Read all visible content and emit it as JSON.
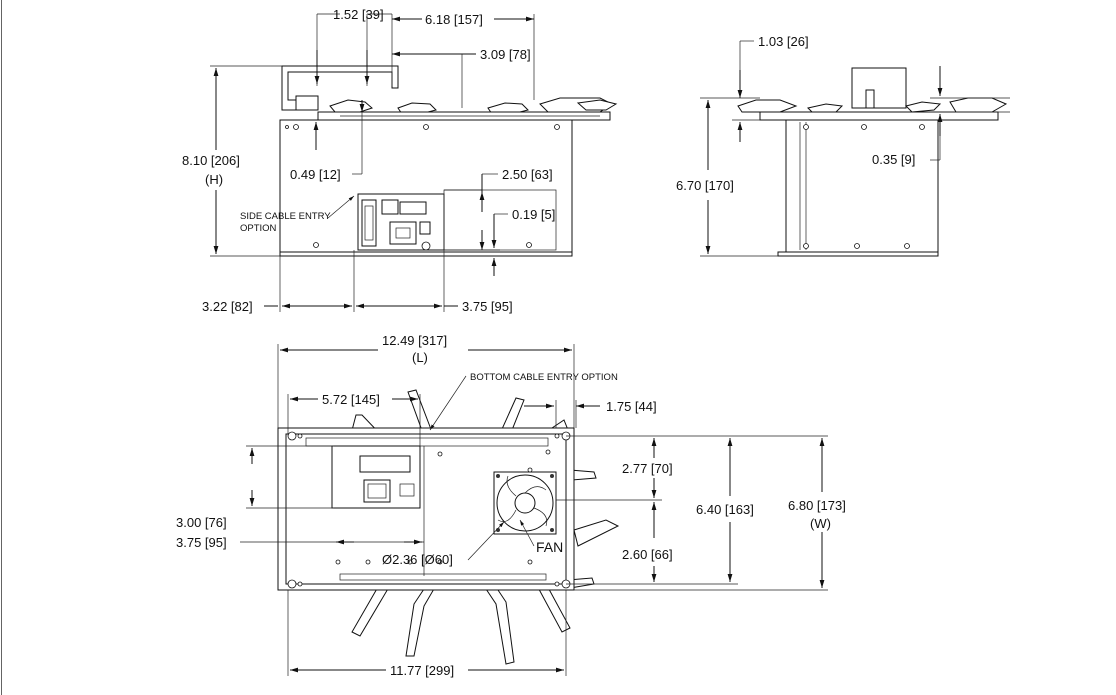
{
  "colors": {
    "line": "#111111",
    "background": "#ffffff"
  },
  "top_left_view": {
    "dims": {
      "d_1_52": "1.52 [39]",
      "d_6_18": "6.18 [157]",
      "d_3_09": "3.09 [78]",
      "d_8_10": "8.10 [206]",
      "d_h": "(H)",
      "d_0_49": "0.49 [12]",
      "d_2_50": "2.50 [63]",
      "d_0_19": "0.19 [5]",
      "d_3_22": "3.22 [82]",
      "d_3_75": "3.75 [95]"
    },
    "notes": {
      "side_cable_1": "SIDE CABLE ENTRY",
      "side_cable_2": "OPTION"
    }
  },
  "top_right_view": {
    "dims": {
      "d_1_03": "1.03 [26]",
      "d_6_70": "6.70 [170]",
      "d_0_35": "0.35 [9]"
    }
  },
  "bottom_view": {
    "dims": {
      "d_12_49": "12.49 [317]",
      "d_l": "(L)",
      "d_5_72": "5.72 [145]",
      "d_1_75": "1.75 [44]",
      "d_2_77": "2.77 [70]",
      "d_6_40": "6.40 [163]",
      "d_6_80": "6.80 [173]",
      "d_w": "(W)",
      "d_3_00": "3.00 [76]",
      "d_3_75b": "3.75 [95]",
      "d_2_60": "2.60 [66]",
      "d_dia": "Ø2.36 [Ø60]",
      "d_11_77": "11.77 [299]"
    },
    "notes": {
      "bottom_cable": "BOTTOM CABLE ENTRY OPTION",
      "fan": "FAN"
    }
  }
}
